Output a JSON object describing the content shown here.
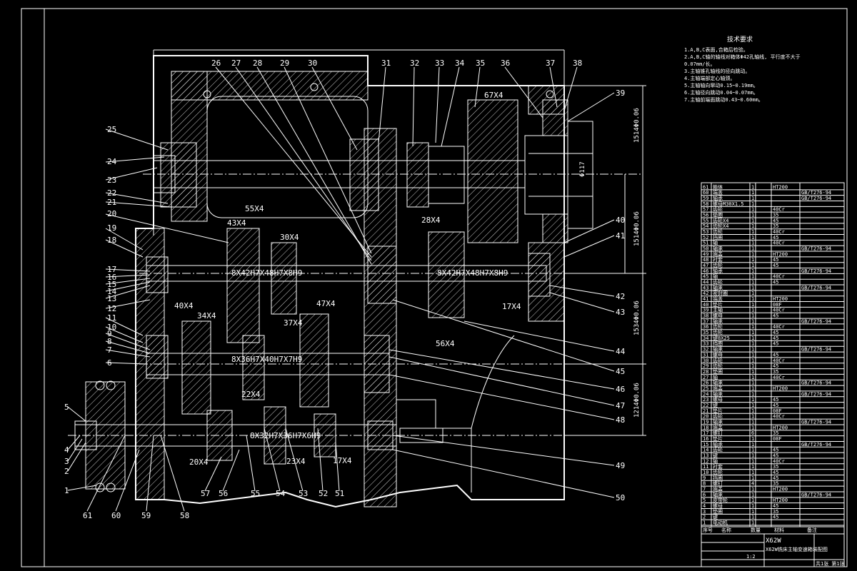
{
  "notes": {
    "title": "技术要求",
    "lines": [
      "1.A,B,C表面,合箱后检验。",
      "2.A,B,C轴的轴线对箱体Φ42孔轴线, 平行度不大于",
      "  0.07mm/长。",
      "3.主轴锥孔轴线的径向跳动。",
      "4.主轴端部定心轴颈。",
      "5.主轴轴向窜动0.15~0.19mm。",
      "6.主轴径向跳动0.04~0.07mm。",
      "7.主轴前端面跳动0.43~0.60mm。"
    ]
  },
  "part_labels_top": [
    "26",
    "27",
    "28",
    "29",
    "30",
    "31",
    "32",
    "33",
    "34",
    "35",
    "36",
    "37",
    "38"
  ],
  "part_labels_left": [
    "25",
    "24",
    "23",
    "22",
    "21",
    "20",
    "19",
    "18",
    "17",
    "16",
    "15",
    "14",
    "13",
    "12",
    "11",
    "10",
    "9",
    "8",
    "7",
    "6",
    "5",
    "4",
    "3",
    "2",
    "1"
  ],
  "part_labels_right": [
    "39",
    "40",
    "41",
    "42",
    "43",
    "44",
    "45",
    "46",
    "47",
    "48",
    "49",
    "50"
  ],
  "part_labels_bottom": [
    "61",
    "60",
    "59",
    "58",
    "57",
    "56",
    "55",
    "54",
    "53",
    "52",
    "51"
  ],
  "gear_labels": {
    "g67": "67X4",
    "g55": "55X4",
    "g43": "43X4",
    "g30": "30X4",
    "g28": "28X4",
    "g40": "40X4",
    "g34": "34X4",
    "g47": "47X4",
    "g37": "37X4",
    "g17a": "17X4",
    "g56": "56X4",
    "g22": "22X4",
    "g20": "20X4",
    "g23": "23X4",
    "g17b": "17X4"
  },
  "spline_labels": {
    "s1": "8X42H7X48H7X8H9",
    "s2": "8X42H7X48H7X8H9",
    "s3": "8X36H7X40H7X7H9",
    "s4": "8X32H7X36H7X6H9"
  },
  "dims": {
    "d1": "Φ117",
    "d2": "1514Φ0.06",
    "d3": "1514Φ0.06",
    "d4": "1534Φ0.06",
    "d5": "1214Φ0.06"
  },
  "bom": {
    "rows": [
      [
        "61",
        "箱体",
        "1",
        "HT200",
        ""
      ],
      [
        "60",
        "端盖",
        "1",
        "",
        "GB/T276-94"
      ],
      [
        "59",
        "轴承",
        "1",
        "",
        "GB/T276-94"
      ],
      [
        "58",
        "螺母M30X1.5",
        "1",
        "",
        ""
      ],
      [
        "57",
        "齿轮",
        "1",
        "40Cr",
        ""
      ],
      [
        "56",
        "垫圈",
        "1",
        "35",
        ""
      ],
      [
        "55",
        "齿轮X4",
        "1",
        "45",
        ""
      ],
      [
        "54",
        "齿轮X4",
        "1",
        "35",
        ""
      ],
      [
        "53",
        "齿轮",
        "1",
        "40Cr",
        ""
      ],
      [
        "52",
        "挡圈",
        "1",
        "45",
        ""
      ],
      [
        "51",
        "轴",
        "1",
        "40Cr",
        ""
      ],
      [
        "50",
        "轴承",
        "1",
        "",
        "GB/T276-94"
      ],
      [
        "49",
        "端盖",
        "1",
        "HT200",
        ""
      ],
      [
        "48",
        "衬套",
        "1",
        "45",
        ""
      ],
      [
        "47",
        "齿轮",
        "1",
        "45",
        ""
      ],
      [
        "46",
        "轴承",
        "1",
        "",
        "GB/T276-94"
      ],
      [
        "45",
        "轴",
        "1",
        "40Cr",
        ""
      ],
      [
        "44",
        "齿轮",
        "1",
        "45",
        ""
      ],
      [
        "43",
        "轴承",
        "1",
        "",
        "GB/T276-94"
      ],
      [
        "42",
        "密封圈",
        "1",
        "",
        ""
      ],
      [
        "41",
        "端盖",
        "1",
        "HT200",
        ""
      ],
      [
        "40",
        "垫片",
        "1",
        "08F",
        ""
      ],
      [
        "39",
        "主轴",
        "1",
        "40Cr",
        ""
      ],
      [
        "38",
        "螺母",
        "1",
        "45",
        ""
      ],
      [
        "37",
        "轴承",
        "1",
        "",
        "GB/T276-94"
      ],
      [
        "36",
        "齿轮",
        "1",
        "40Cr",
        ""
      ],
      [
        "35",
        "齿轮",
        "1",
        "45",
        ""
      ],
      [
        "34",
        "键8X25",
        "1",
        "45",
        ""
      ],
      [
        "33",
        "挡圈",
        "1",
        "45",
        ""
      ],
      [
        "32",
        "轴承",
        "1",
        "",
        "GB/T276-94"
      ],
      [
        "31",
        "螺母",
        "1",
        "45",
        ""
      ],
      [
        "30",
        "齿轮",
        "1",
        "40Cr",
        ""
      ],
      [
        "29",
        "齿轮",
        "1",
        "45",
        ""
      ],
      [
        "28",
        "垫圈",
        "1",
        "35",
        ""
      ],
      [
        "27",
        "轴",
        "1",
        "40Cr",
        ""
      ],
      [
        "26",
        "轴承",
        "1",
        "",
        "GB/T276-94"
      ],
      [
        "25",
        "端盖",
        "1",
        "HT200",
        ""
      ],
      [
        "24",
        "轴承",
        "1",
        "",
        "GB/T276-94"
      ],
      [
        "23",
        "螺母",
        "1",
        "45",
        ""
      ],
      [
        "22",
        "键",
        "1",
        "45",
        ""
      ],
      [
        "21",
        "垫片",
        "1",
        "08F",
        ""
      ],
      [
        "20",
        "齿轮",
        "1",
        "40Cr",
        ""
      ],
      [
        "19",
        "轴承",
        "1",
        "",
        "GB/T276-94"
      ],
      [
        "18",
        "端盖",
        "1",
        "HT200",
        ""
      ],
      [
        "17",
        "螺钉",
        "6",
        "35",
        ""
      ],
      [
        "16",
        "垫片",
        "1",
        "08F",
        ""
      ],
      [
        "15",
        "轴承",
        "1",
        "",
        "GB/T276-94"
      ],
      [
        "14",
        "齿轮",
        "1",
        "45",
        ""
      ],
      [
        "13",
        "键",
        "1",
        "45",
        ""
      ],
      [
        "12",
        "轴",
        "1",
        "40Cr",
        ""
      ],
      [
        "11",
        "衬套",
        "1",
        "35",
        ""
      ],
      [
        "10",
        "齿轮",
        "1",
        "45",
        ""
      ],
      [
        "9",
        "挡圈",
        "1",
        "45",
        ""
      ],
      [
        "8",
        "螺钉",
        "4",
        "35",
        ""
      ],
      [
        "7",
        "端盖",
        "1",
        "HT200",
        ""
      ],
      [
        "6",
        "轴承",
        "1",
        "",
        "GB/T276-94"
      ],
      [
        "5",
        "皮带轮",
        "1",
        "HT200",
        ""
      ],
      [
        "4",
        "螺母",
        "1",
        "45",
        ""
      ],
      [
        "3",
        "垫圈",
        "1",
        "35",
        ""
      ],
      [
        "2",
        "键",
        "1",
        "45",
        ""
      ],
      [
        "1",
        "电动机",
        "1",
        "",
        ""
      ]
    ],
    "header": [
      "序号",
      "名称",
      "数量",
      "材料",
      "备注"
    ],
    "title_block": {
      "model": "X62W",
      "drawing_name": "X62W铣床主轴变速箱装配图",
      "scale": "1:2",
      "sheet": "共1张 第1张"
    }
  }
}
